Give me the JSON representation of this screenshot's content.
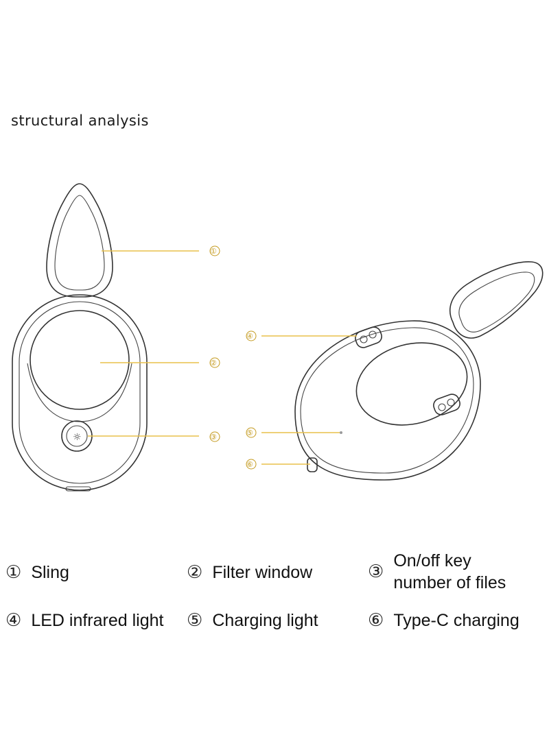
{
  "title": "structural analysis",
  "callouts": [
    "①",
    "②",
    "③",
    "④",
    "⑤",
    "⑥"
  ],
  "legend": [
    {
      "num": "①",
      "label": "Sling"
    },
    {
      "num": "②",
      "label": "Filter window"
    },
    {
      "num": "③",
      "label_line1": "On/off key",
      "label_line2": "number of files"
    },
    {
      "num": "④",
      "label": "LED infrared light"
    },
    {
      "num": "⑤",
      "label": "Charging light"
    },
    {
      "num": "⑥",
      "label": "Type-C charging"
    }
  ],
  "colors": {
    "callout": "#e8c04a",
    "outline": "#333333"
  }
}
